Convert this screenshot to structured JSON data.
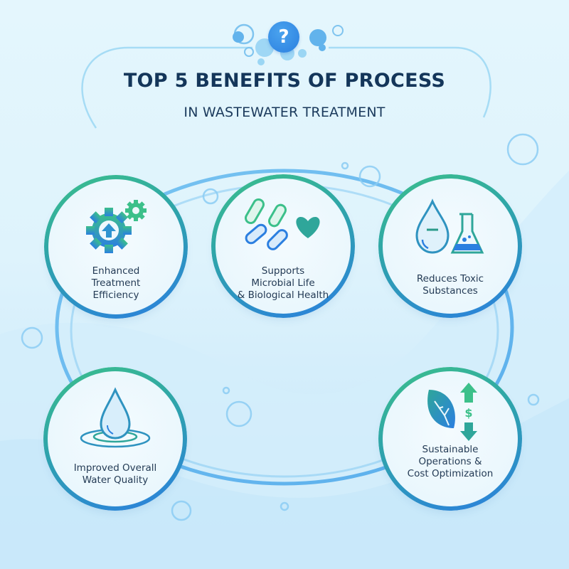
{
  "header": {
    "badge_glyph": "?",
    "title": "TOP 5 BENEFITS OF PROCESS",
    "subtitle": "IN WASTEWATER TREATMENT"
  },
  "colors": {
    "title": "#14365a",
    "ring_green": "#3cc08a",
    "ring_blue": "#2b7fe0",
    "background_top": "#e4f6fd",
    "background_bottom": "#c3e6f9"
  },
  "benefits": [
    {
      "icon": "gear-arrow-up-icon",
      "label": "Enhanced Treatment Efficiency",
      "lines": [
        "Enhanced",
        "Treatment",
        "Efficiency"
      ]
    },
    {
      "icon": "microbes-heart-icon",
      "label": "Supports Microbial Life & Biological Health",
      "lines": [
        "Supports",
        "Microbial Life",
        "& Biological Health"
      ]
    },
    {
      "icon": "drop-flask-icon",
      "label": "Reduces Toxic Substances",
      "lines": [
        "Reduces Toxic",
        "Substances"
      ]
    },
    {
      "icon": "water-drop-ripple-icon",
      "label": "Improved Overall Water Quality",
      "lines": [
        "Improved Overall",
        "Water Quality"
      ]
    },
    {
      "icon": "leaf-dollar-arrows-icon",
      "label": "Sustainable Operations & Cost Optimization",
      "lines": [
        "Sustainable",
        "Operations &",
        "Cost Optimization"
      ]
    }
  ]
}
